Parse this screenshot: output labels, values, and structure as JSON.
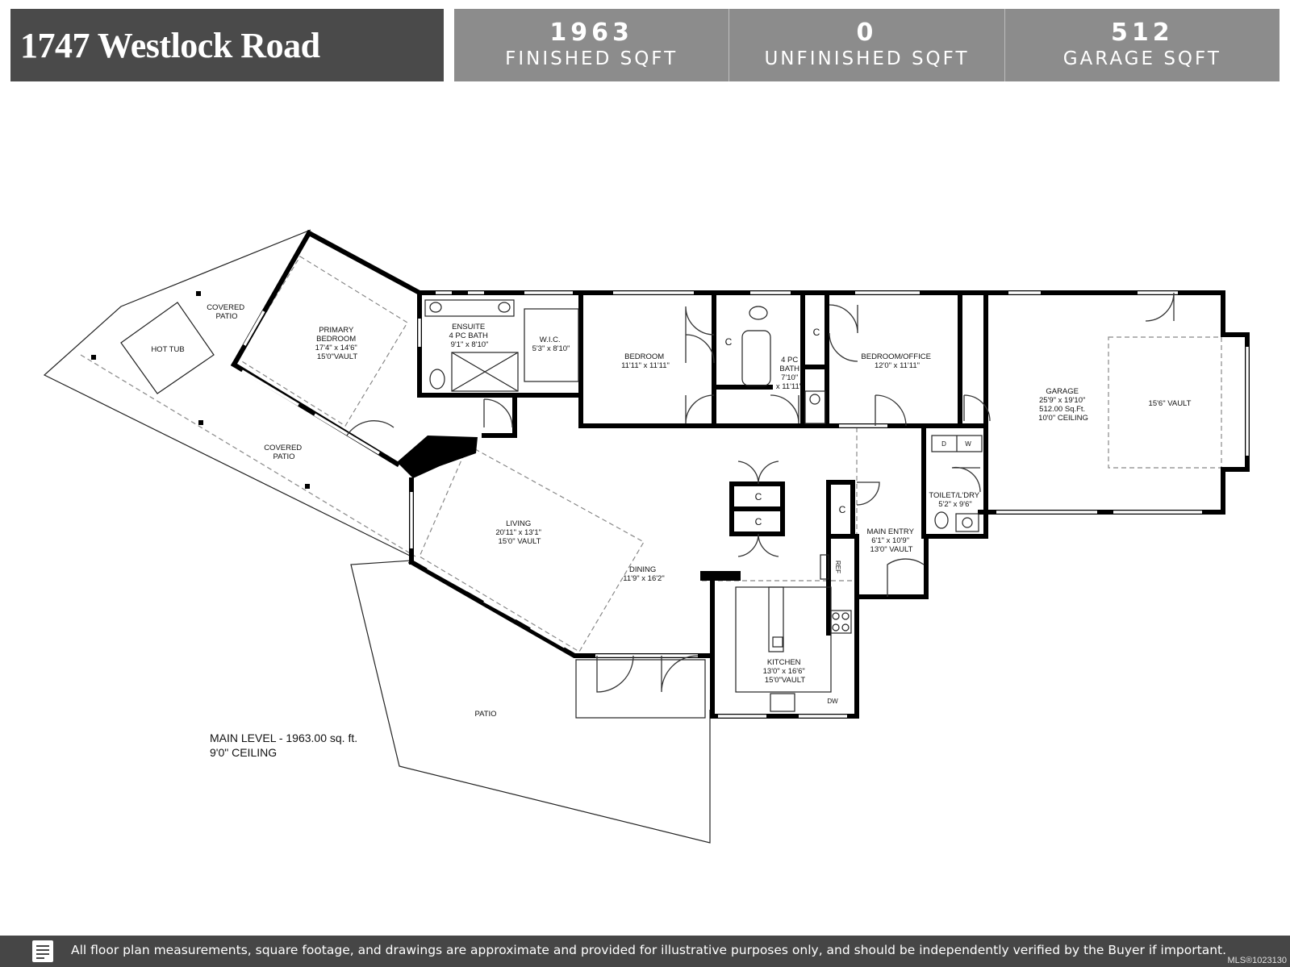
{
  "header": {
    "address": "1747 Westlock Road",
    "stats": [
      {
        "value": "1963",
        "label": "FINISHED SQFT"
      },
      {
        "value": "0",
        "label": "UNFINISHED SQFT"
      },
      {
        "value": "512",
        "label": "GARAGE SQFT"
      }
    ]
  },
  "rooms": {
    "covered_patio_top": [
      "COVERED",
      "PATIO"
    ],
    "hot_tub": "HOT TUB",
    "primary_bedroom": [
      "PRIMARY",
      "BEDROOM",
      "17'4\" x 14'6\"",
      "15'0\"VAULT"
    ],
    "ensuite": [
      "ENSUITE",
      "4 PC BATH",
      "9'1\" x 8'10\""
    ],
    "wic": [
      "W.I.C.",
      "5'3\" x 8'10\""
    ],
    "bedroom": [
      "BEDROOM",
      "11'11\" x 11'11\""
    ],
    "bath": [
      "4 PC",
      "BATH",
      "7'10\"",
      "x 11'11\""
    ],
    "bedroom_office": [
      "BEDROOM/OFFICE",
      "12'0\" x 11'11\""
    ],
    "garage": [
      "GARAGE",
      "25'9\" x 19'10\"",
      "512.00 Sq.Ft.",
      "10'0\" CEILING"
    ],
    "garage_vault": "15'6\" VAULT",
    "covered_patio_bottom": [
      "COVERED",
      "PATIO"
    ],
    "living": [
      "LIVING",
      "20'11\" x 13'1\"",
      "15'0\" VAULT"
    ],
    "dining": [
      "DINING",
      "11'9\" x 16'2\""
    ],
    "main_entry": [
      "MAIN ENTRY",
      "6'1\" x 10'9\"",
      "13'0\" VAULT"
    ],
    "toilet_laundry": [
      "TOILET/L'DRY",
      "5'2\" x 9'6\""
    ],
    "kitchen": [
      "KITCHEN",
      "13'0\" x 16'6\"",
      "15'0\"VAULT"
    ],
    "patio": "PATIO",
    "closet": "C",
    "dryer": "D",
    "washer": "W",
    "ref": "REF",
    "dw": "DW"
  },
  "level": {
    "line1": "MAIN LEVEL - 1963.00 sq. ft.",
    "line2": "9'0\" CEILING"
  },
  "footer": {
    "disclaimer": "All floor plan measurements, square footage, and drawings are approximate and provided for illustrative purposes only, and should be independently verified by the Buyer if important.",
    "mls": "MLS®1023130"
  }
}
